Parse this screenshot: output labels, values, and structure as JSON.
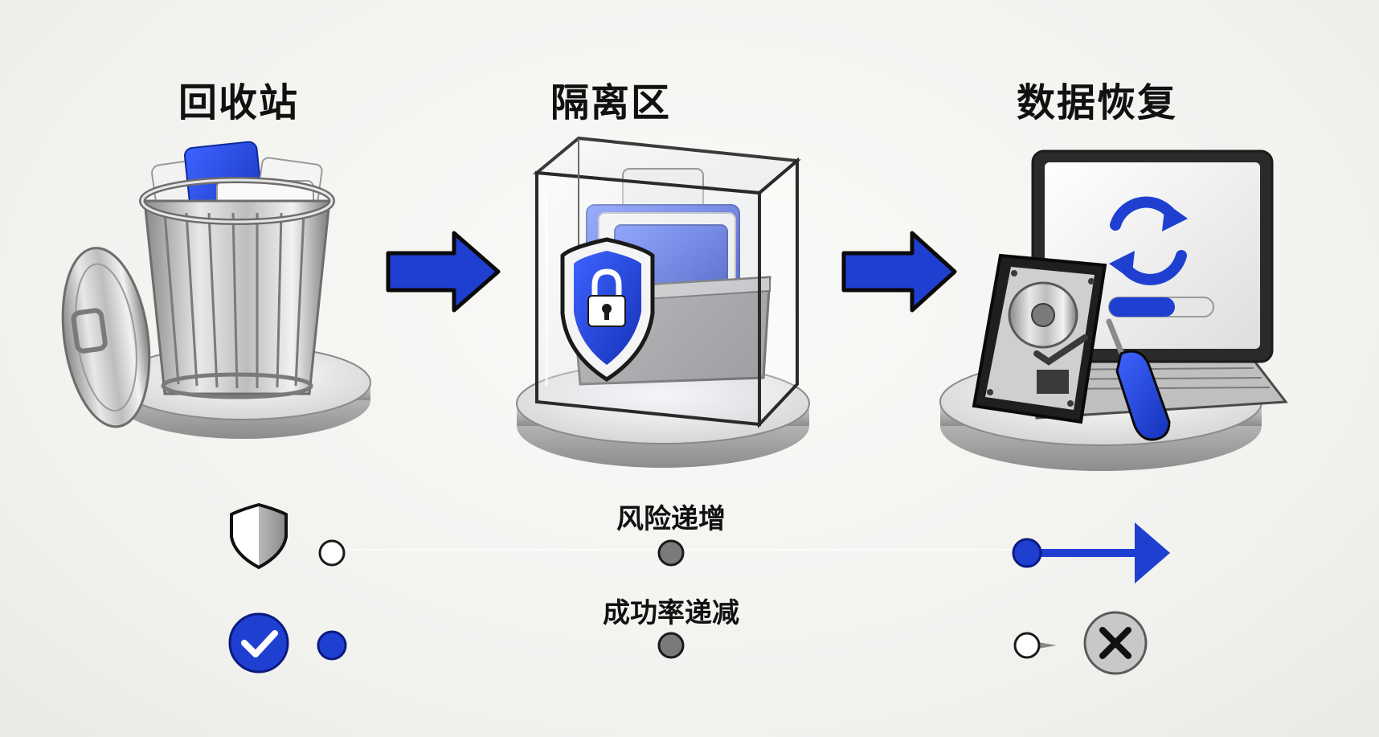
{
  "stages": [
    {
      "label": "回收站",
      "icon": "trash-can-icon"
    },
    {
      "label": "隔离区",
      "icon": "quarantine-box-icon"
    },
    {
      "label": "数据恢复",
      "icon": "data-recovery-laptop-icon"
    }
  ],
  "tracks": {
    "risk": {
      "label": "风险递增",
      "icon": "shield-icon"
    },
    "success": {
      "label": "成功率递减",
      "start_icon": "checkmark-icon",
      "end_icon": "x-mark-icon"
    }
  },
  "colors": {
    "accent": "#1f3fd1",
    "dark_gray": "#4a4a4a",
    "light": "#f4f4f2"
  }
}
